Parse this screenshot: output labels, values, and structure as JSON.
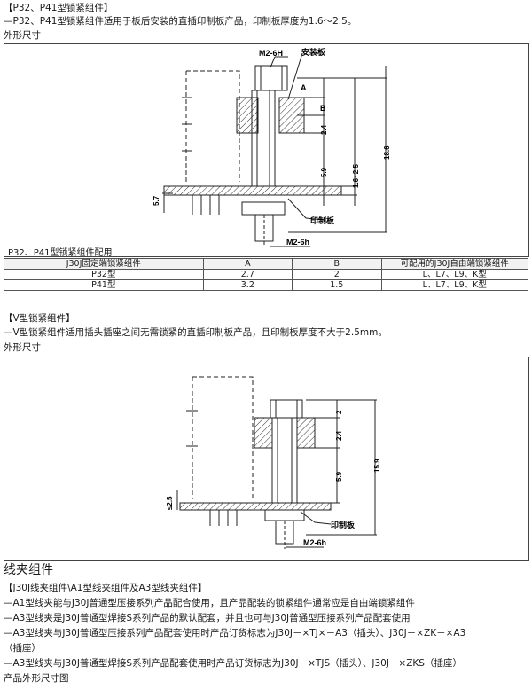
{
  "section1": {
    "title": "【P32、P41型锁紧组件】",
    "desc": "—P32、P41型锁紧组件适用于板后安装的直插印制板产品，印制板厚度为1.6～2.5。",
    "dim_label": "外形尺寸",
    "drawing_labels": {
      "m26h_top": "M2-6H",
      "panel": "安装板",
      "A": "A",
      "B": "B",
      "d24": "2.4",
      "d59": "5.9",
      "d16_25": "1.6~2.5",
      "d186": "18.6",
      "d57": "5.7",
      "pcb": "印制板",
      "m26h_bottom": "M2-6h"
    },
    "caption": "P32、P41型锁紧组件配用",
    "table": {
      "headers": [
        "J30J固定端锁紧组件",
        "A",
        "B",
        "可配用的J30J自由端锁紧组件"
      ],
      "rows": [
        [
          "P32型",
          "2.7",
          "2",
          "L、L7、L9、K型"
        ],
        [
          "P41型",
          "3.2",
          "1.5",
          "L、L7、L9、K型"
        ]
      ]
    }
  },
  "section2": {
    "title": "【V型锁紧组件】",
    "desc": "—V型锁紧组件适用插头插座之间无需锁紧的直插印制板产品，且印制板厚度不大于2.5mm。",
    "dim_label": "外形尺寸",
    "drawing_labels": {
      "d2": "2",
      "d24": "2.4",
      "d59": "5.9",
      "d159": "15.9",
      "d25": "≤2.5",
      "pcb": "印制板",
      "m26h": "M2-6h"
    }
  },
  "section3": {
    "heading": "线夹组件",
    "title": "【J30J线夹组件\\A1型线夹组件及A3型线夹组件】",
    "lines": [
      "—A1型线夹能与J30J普通型压接系列产品配合使用，且产品配装的锁紧组件通常应是自由端锁紧组件",
      "—A3型线夹是J30J普通型焊接S系列产品的默认配套，并且也可与J30J普通型压接系列产品配套使用",
      "—A3型线夹与J30J普通型压接系列产品配套使用时产品订货标志为J30J－×TJ×－A3（插头）、J30J－×ZK－×A3",
      "（插座）",
      "—A3型线夹与J30J普通型焊接S系列产品配套使用时产品订货标志为J30J－×TJS（插头）、J30J－×ZKS（插座）"
    ],
    "dim_label": "产品外形尺寸图"
  }
}
